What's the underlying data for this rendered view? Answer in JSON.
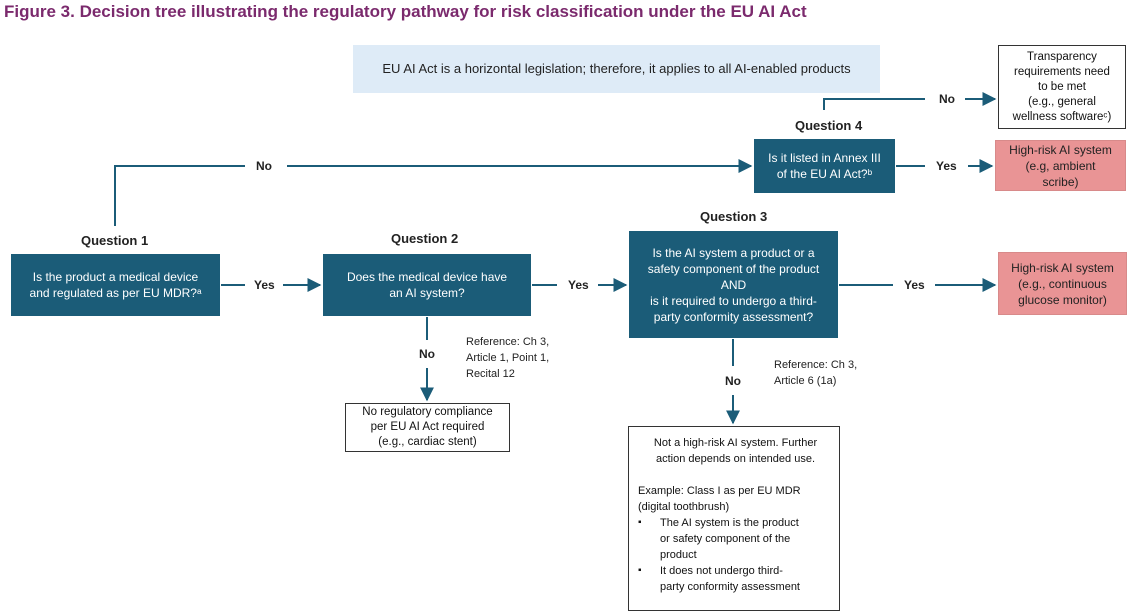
{
  "title": "Figure 3. Decision tree illustrating the regulatory pathway for risk classification under the EU AI Act",
  "intro": "EU AI Act is a horizontal legislation; therefore, it applies to all AI-enabled products",
  "questions": {
    "q1": {
      "label": "Question 1",
      "lines": [
        "Is the product a medical device",
        "and regulated as per EU MDR?ᵃ"
      ]
    },
    "q2": {
      "label": "Question 2",
      "lines": [
        "Does the medical device have",
        "an AI system?"
      ]
    },
    "q3": {
      "label": "Question 3",
      "lines": [
        "Is the AI system a product or a",
        "safety component of the product",
        "AND",
        "is it required to undergo a third-",
        "party conformity assessment?"
      ]
    },
    "q4": {
      "label": "Question 4",
      "lines": [
        "Is it listed in Annex III",
        "of the EU AI Act?ᵇ"
      ]
    }
  },
  "outcomes": {
    "transparency": [
      "Transparency",
      "requirements need",
      "to be met",
      "(e.g., general",
      "wellness softwareᶜ)"
    ],
    "high_risk_1": [
      "High-risk AI system",
      "(e.g, ambient",
      "scribe)"
    ],
    "high_risk_2": [
      "High-risk AI system",
      "(e.g., continuous",
      "glucose monitor)"
    ],
    "no_compliance": [
      "No regulatory compliance",
      "per EU AI Act required",
      "(e.g., cardiac stent)"
    ],
    "not_high_risk": {
      "lines": [
        "Not a high-risk AI system. Further",
        "action depends on intended use."
      ],
      "example": [
        "Example: Class I as per EU MDR",
        "(digital toothbrush)"
      ],
      "bullets": [
        [
          "The AI system is the product",
          "or safety component of the",
          "product"
        ],
        [
          "It does not undergo third-",
          "party conformity assessment"
        ]
      ]
    }
  },
  "edges": {
    "yes": "Yes",
    "no": "No"
  },
  "references": {
    "q2": [
      "Reference: Ch 3,",
      "Article 1, Point 1,",
      "Recital 12"
    ],
    "q3": [
      "Reference: Ch 3,",
      "Article 6 (1a)"
    ]
  },
  "colors": {
    "title": "#7b2a6d",
    "question_box": "#1b5c78",
    "high_risk_box": "#e99495",
    "intro_box": "#deebf7",
    "connector": "#1b5c78"
  }
}
